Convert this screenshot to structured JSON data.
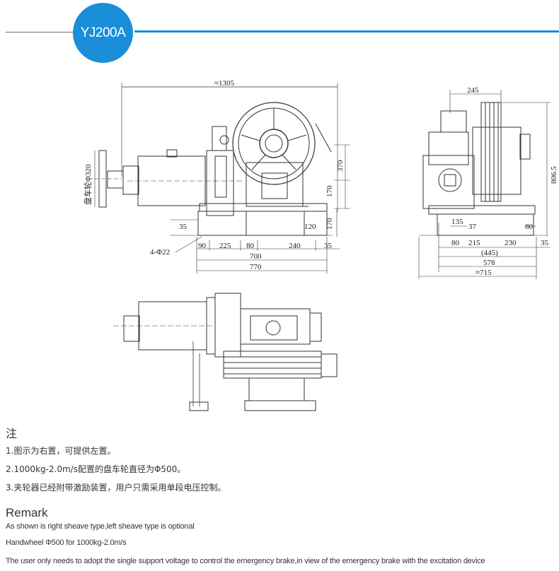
{
  "header": {
    "model": "YJ200A",
    "accent_color": "#1a8ed8"
  },
  "dimensions": {
    "front": {
      "overall_width": "≈1305",
      "handwheel": "盘车轮Φ320",
      "height_370": "370",
      "height_170a": "170",
      "height_170b": "170",
      "base_35_left": "35",
      "base_120": "120",
      "holes": "4-Φ22",
      "d90": "90",
      "d225": "225",
      "d80": "80",
      "d240": "240",
      "d35": "35",
      "d700": "700",
      "d770": "770"
    },
    "side": {
      "top_245": "245",
      "height_806": "806.5",
      "d135": "135",
      "d37": "37",
      "d80_right": "80",
      "d80_left": "80",
      "d215": "215",
      "d230": "230",
      "d35": "35",
      "d445": "(445)",
      "d578": "578",
      "d715": "≈715"
    }
  },
  "notes": {
    "heading": "注",
    "items": [
      "1.图示为右置，可提供左置。",
      "2.1000kg-2.0m/s配置的盘车轮直径为Φ500。",
      "3.夹轮器已经附带激励装置，用户只需采用单段电压控制。"
    ]
  },
  "remark": {
    "heading": "Remark",
    "items": [
      "As shown is right sheave type,left sheave type is optional",
      "Handwheel Φ500 for 1000kg-2.0m/s",
      "The user only needs to adopt the single support voltage to control the emergency brake,in view of the emergency brake with the excitation device"
    ]
  }
}
